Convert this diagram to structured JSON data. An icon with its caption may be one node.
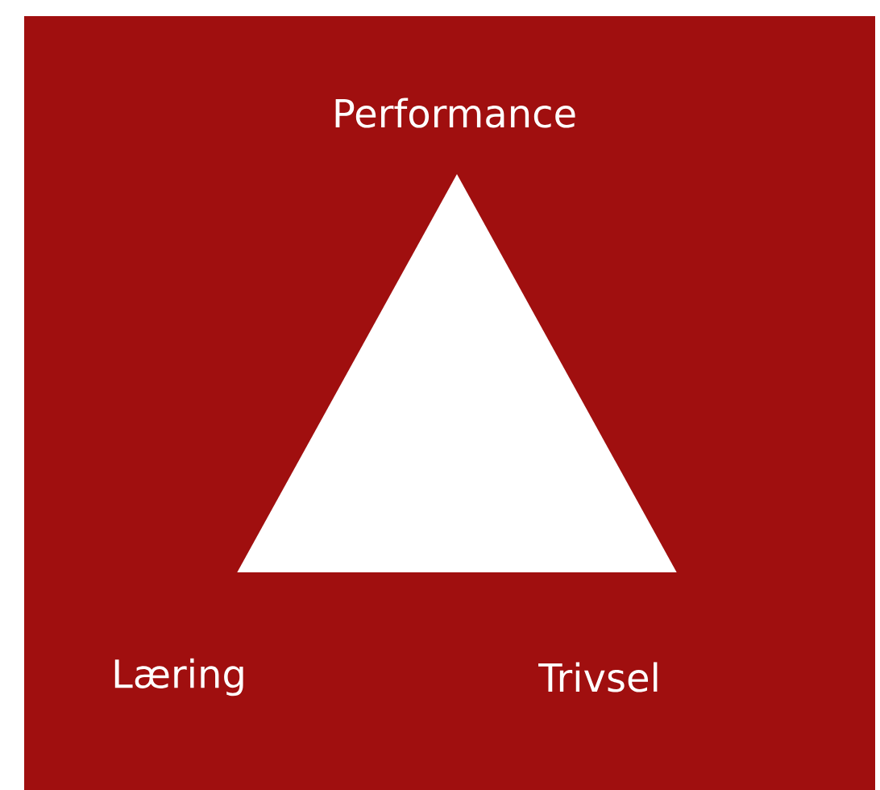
{
  "diagram": {
    "nodes": [
      {
        "text": [],
        "shape": "triangle"
      }
    ],
    "labels": [
      "Performance",
      "Læring",
      "Trivsel"
    ]
  }
}
